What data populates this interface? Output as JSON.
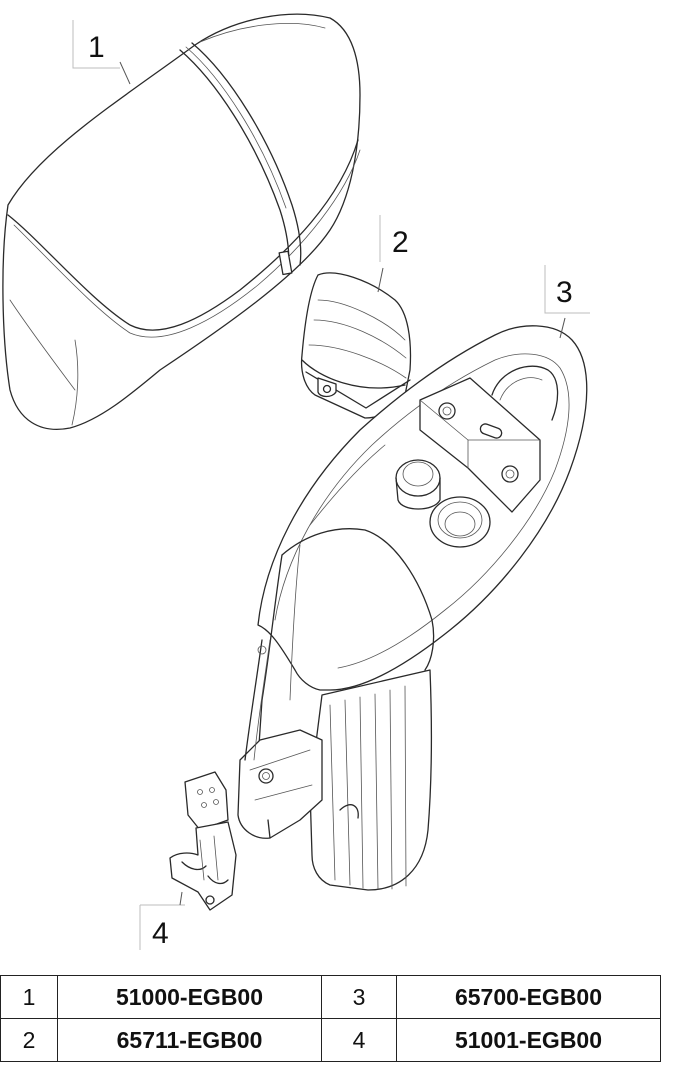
{
  "callouts": [
    {
      "number": "1",
      "part": "seat"
    },
    {
      "number": "2",
      "part": "cover"
    },
    {
      "number": "3",
      "part": "luggage-box"
    },
    {
      "number": "4",
      "part": "bracket"
    }
  ],
  "parts_table": {
    "rows": [
      {
        "left_num": "1",
        "left_part": "51000-EGB00",
        "right_num": "3",
        "right_part": "65700-EGB00"
      },
      {
        "left_num": "2",
        "left_part": "65711-EGB00",
        "right_num": "4",
        "right_part": "51001-EGB00"
      }
    ]
  }
}
